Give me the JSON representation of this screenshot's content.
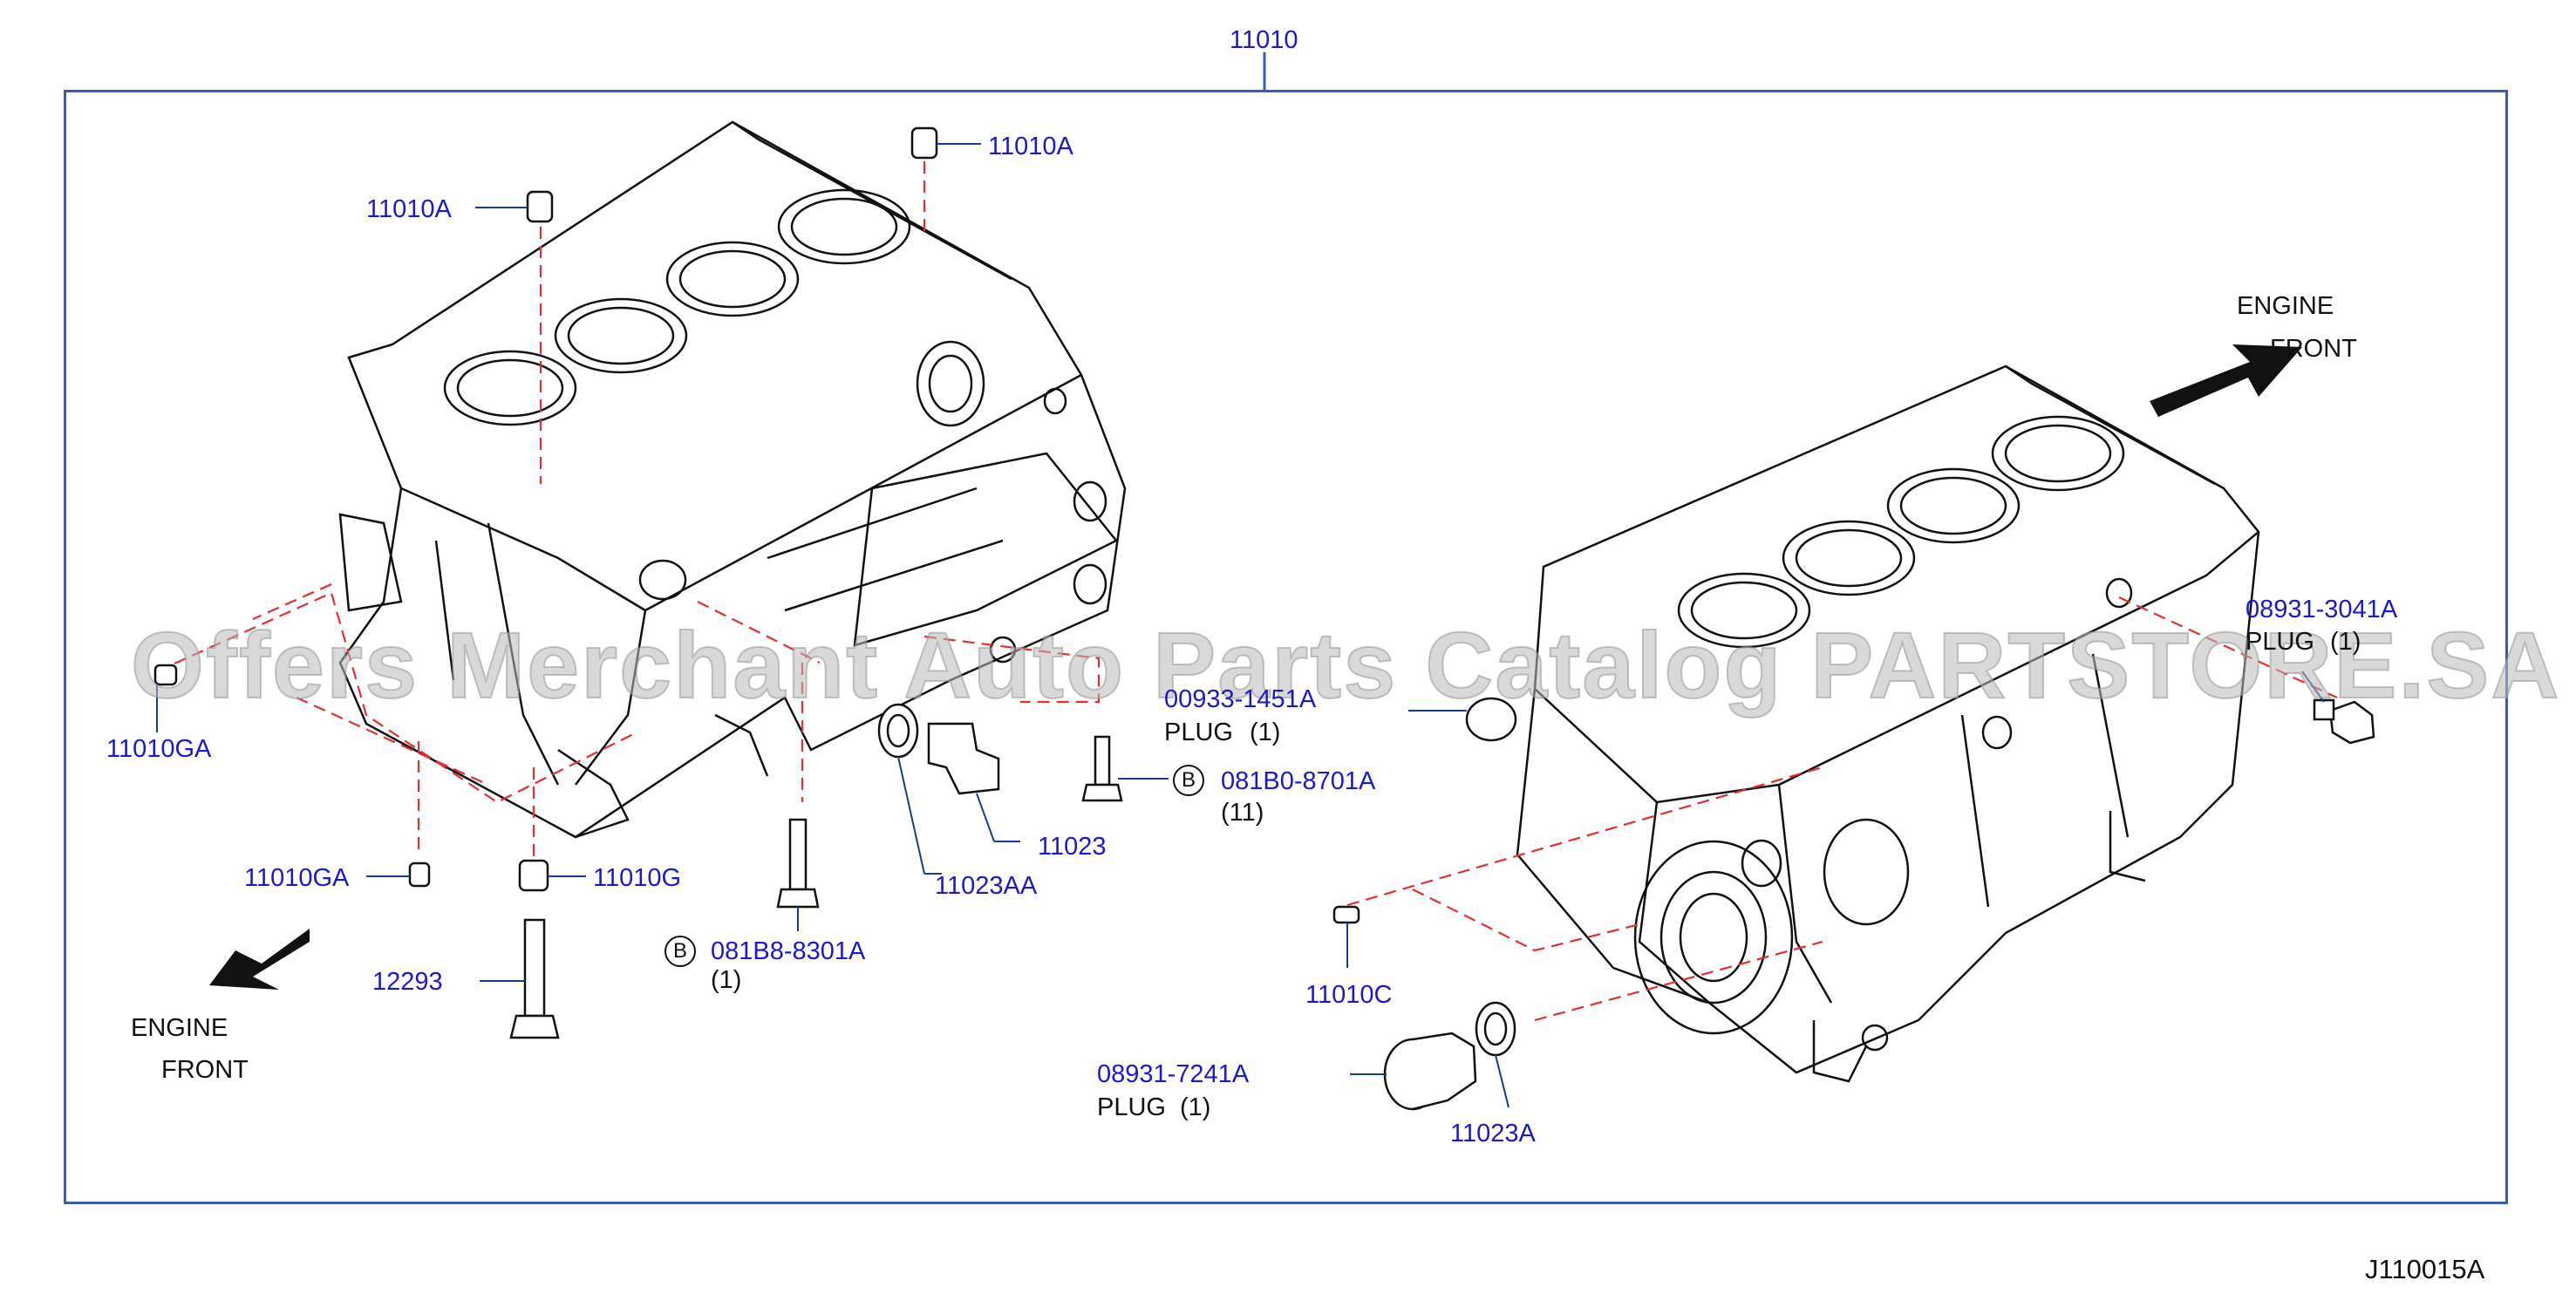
{
  "top_ref": "11010",
  "diagram_id": "J110015A",
  "watermark": "Offers Merchant Auto Parts Catalog PARTSTORE.SA",
  "engine_front_left": [
    "ENGINE",
    "FRONT"
  ],
  "engine_front_right": [
    "ENGINE",
    "FRONT"
  ],
  "parts": {
    "p11010A_left": "11010A",
    "p11010A_top": "11010A",
    "p11010GA_a": "11010GA",
    "p11010GA_b": "11010GA",
    "p11010G": "11010G",
    "p12293": "12293",
    "p081B8": "081B8-8301A",
    "p081B8_qty": "(1)",
    "p081B8_circle": "B",
    "p11023AA": "11023AA",
    "p11023": "11023",
    "p081B0": "081B0-8701A",
    "p081B0_qty": "(11)",
    "p081B0_circle": "B",
    "p00933": "00933-1451A",
    "p00933_desc": "PLUG",
    "p00933_qty": "(1)",
    "p08931_3041": "08931-3041A",
    "p08931_3041_desc": "PLUG",
    "p08931_3041_qty": "(1)",
    "p11010C": "11010C",
    "p08931_7241": "08931-7241A",
    "p08931_7241_desc": "PLUG",
    "p08931_7241_qty": "(1)",
    "p11023A": "11023A"
  },
  "colors": {
    "frame": "#3a5fa8",
    "label": "#1a1acc",
    "dashed": "#e03030"
  }
}
